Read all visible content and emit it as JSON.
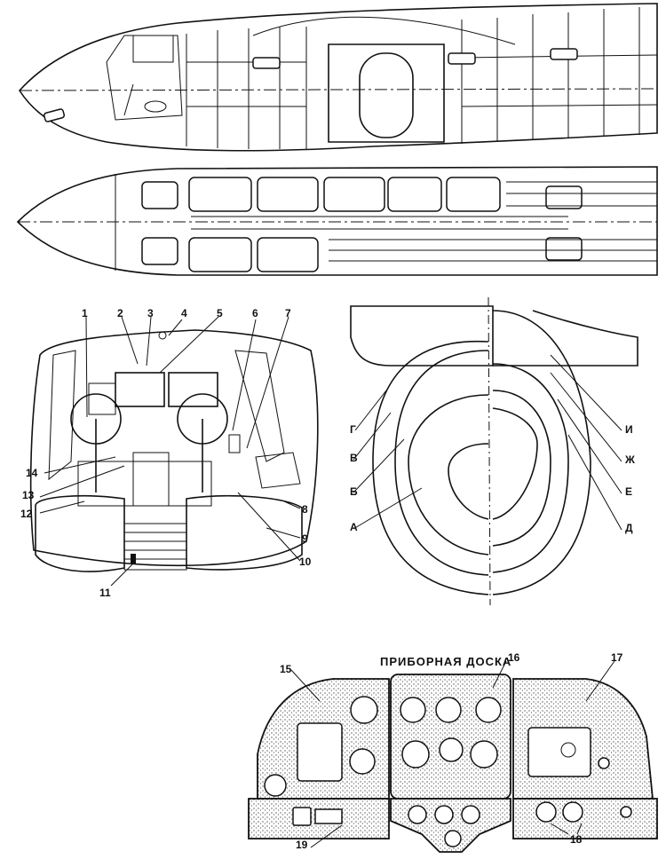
{
  "panel_title": "ПРИБОРНАЯ ДОСКА",
  "cockpit_callouts": [
    "1",
    "2",
    "3",
    "4",
    "5",
    "6",
    "7",
    "8",
    "9",
    "10",
    "11",
    "12",
    "13",
    "14"
  ],
  "section_letters_left": [
    "Г",
    "В",
    "Б",
    "А"
  ],
  "section_letters_right": [
    "И",
    "Ж",
    "Е",
    "Д"
  ],
  "panel_callouts": [
    "15",
    "16",
    "17",
    "18",
    "19"
  ],
  "colors": {
    "ink": "#111111",
    "paper": "#ffffff",
    "stipple": "#b8b8b8"
  }
}
